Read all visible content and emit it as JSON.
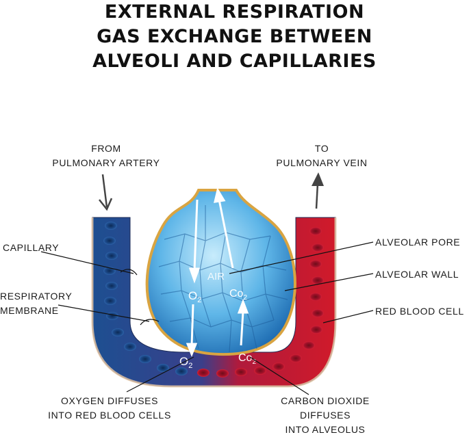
{
  "title": {
    "line1": "External respiration",
    "line2": "gas exchange between",
    "line3": "alveoli and capillaries"
  },
  "labels": {
    "from_artery": [
      "FROM",
      "PULMONARY ARTERY"
    ],
    "to_vein": [
      "TO",
      "PULMONARY VEIN"
    ],
    "capillary": "CAPILLARY",
    "respiratory_membrane": [
      "RESPIRATORY",
      "MEMBRANE"
    ],
    "alveolar_pore": "ALVEOLAR PORE",
    "alveolar_wall": "ALVEOLAR WALL",
    "red_blood_cell": "RED BLOOD CELL",
    "oxygen_diffuses": [
      "OXYGEN DIFFUSES",
      "INTO RED BLOOD CELLS"
    ],
    "co2_diffuses": [
      "CARBON DIOXIDE",
      "DIFFUSES",
      "INTO ALVEOLUS"
    ],
    "air": "AIR",
    "o2": "O",
    "o2_sub": "2",
    "co2": "Co",
    "co2_sub": "2"
  },
  "colors": {
    "vein_blue": "#1d4f91",
    "artery_red": "#c8102e",
    "alveolus_light": "#a9dcf7",
    "alveolus_dark": "#2a7fc2",
    "wall_gold": "#d9a441"
  }
}
